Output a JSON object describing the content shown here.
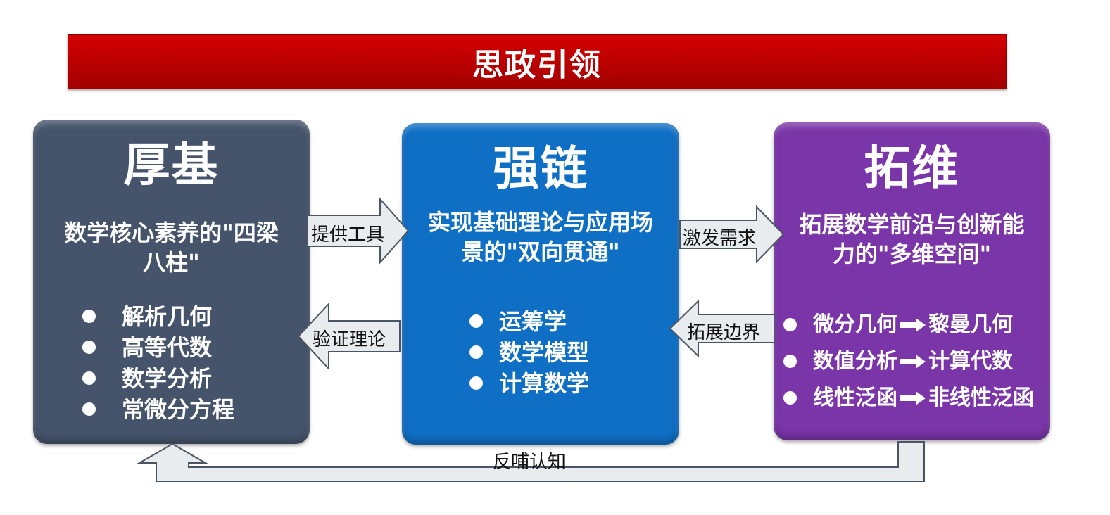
{
  "banner": {
    "title": "思政引领"
  },
  "boxes": {
    "left": {
      "title": "厚基",
      "subtitle": "数学核心素养的\"四梁八柱\"",
      "items": [
        "解析几何",
        "高等代数",
        "数学分析",
        "常微分方程"
      ]
    },
    "middle": {
      "title": "强链",
      "subtitle": "实现基础理论与应用场景的\"双向贯通\"",
      "items": [
        "运筹学",
        "数学模型",
        "计算数学"
      ]
    },
    "right": {
      "title": "拓维",
      "subtitle": "拓展数学前沿与创新能力的\"多维空间\"",
      "items": [
        {
          "from": "微分几何",
          "to": "黎曼几何"
        },
        {
          "from": "数值分析",
          "to": "计算代数"
        },
        {
          "from": "线性泛函",
          "to": "非线性泛函"
        }
      ]
    }
  },
  "connectors": {
    "provide_tools": "提供工具",
    "verify_theory": "验证理论",
    "stimulate_demand": "激发需求",
    "expand_boundary": "拓展边界",
    "feedback": "反哺认知"
  },
  "colors": {
    "banner": "#c00000",
    "left_box": "#45546b",
    "middle_box": "#0f6fc5",
    "right_box": "#7a35a8",
    "connector_fill": "#e9ecef",
    "connector_stroke": "#4a5563"
  }
}
